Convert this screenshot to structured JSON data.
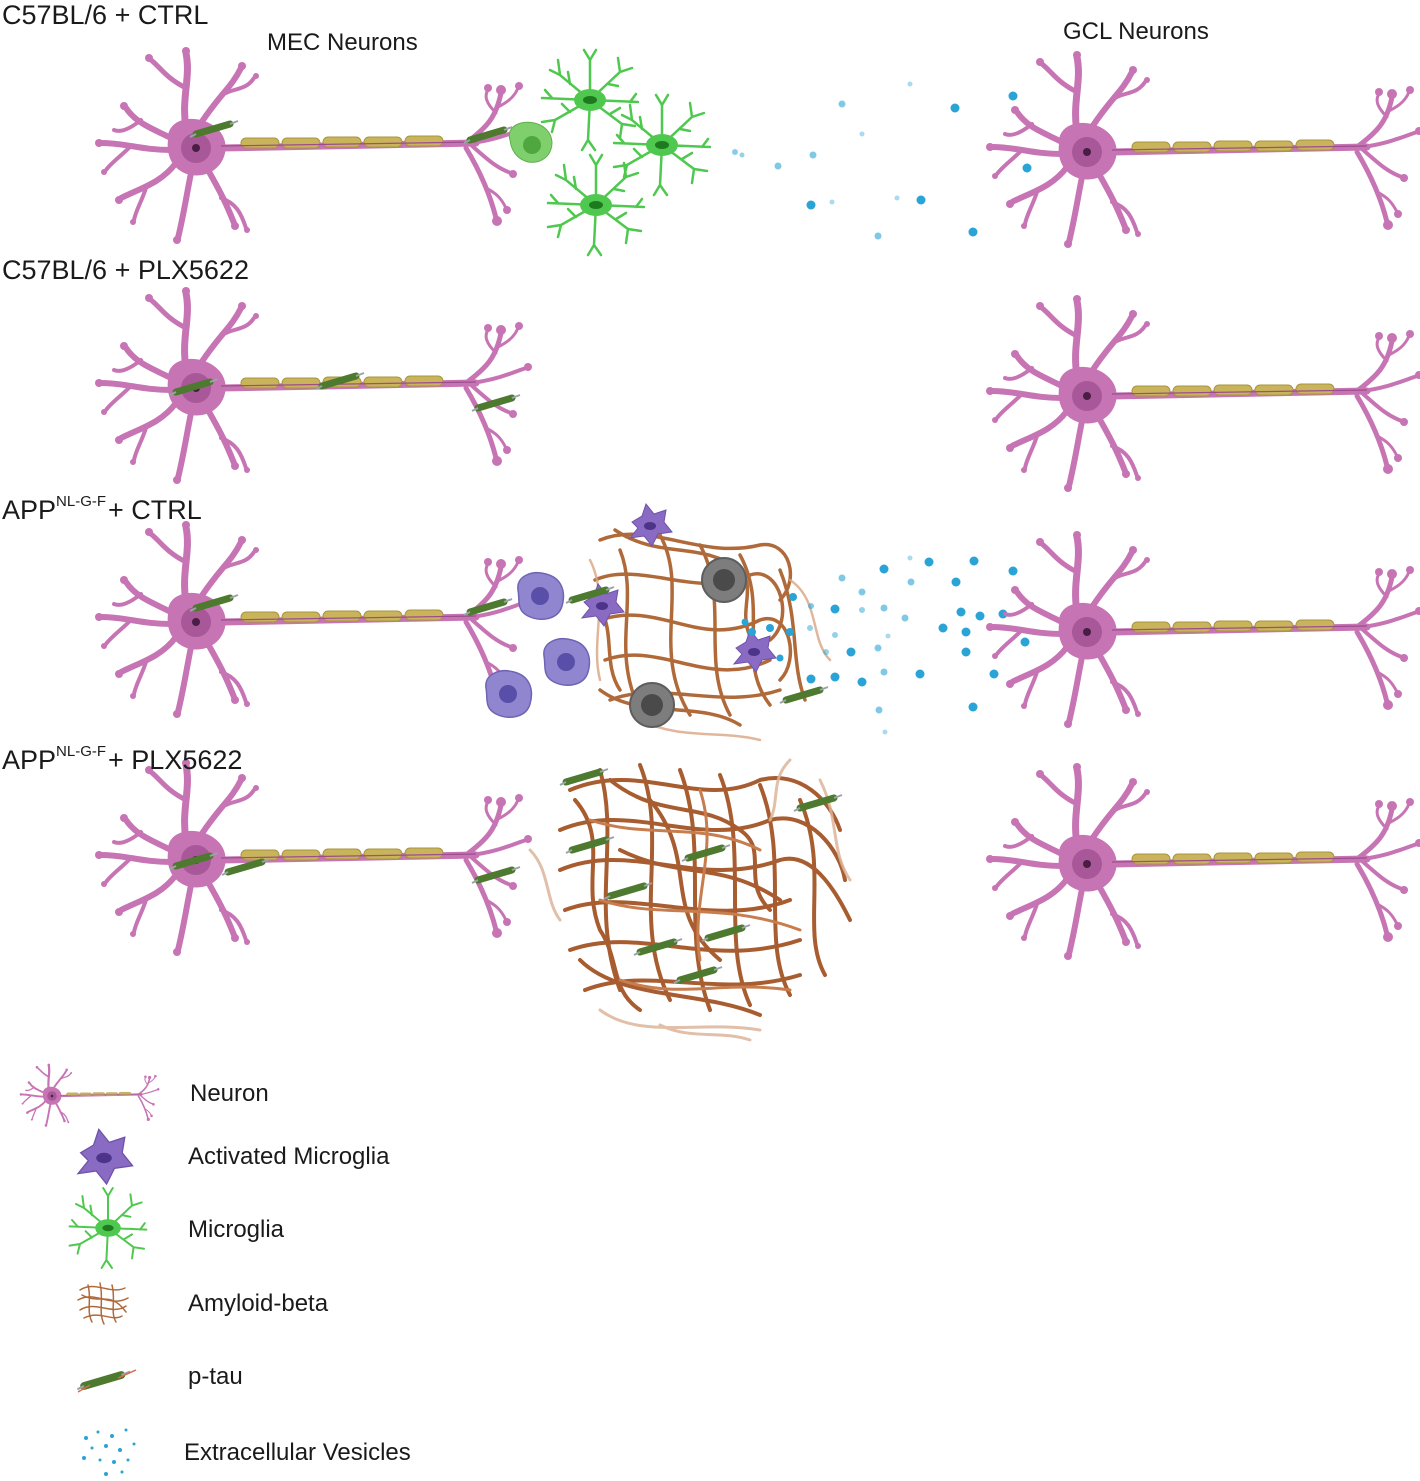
{
  "rows": [
    {
      "name": "C57BL/6 + CTRL",
      "base": "C57BL/6",
      "sup": "",
      "suffix": "+ CTRL"
    },
    {
      "name": "C57BL/6 + PLX5622",
      "base": "C57BL/6",
      "sup": "",
      "suffix": "+ PLX5622"
    },
    {
      "name": "APP NL-G-F + CTRL",
      "base": "APP",
      "sup": "NL-G-F",
      "suffix": "+ CTRL"
    },
    {
      "name": "APP NL-G-F + PLX5622",
      "base": "APP",
      "sup": "NL-G-F",
      "suffix": "+ PLX5622"
    }
  ],
  "columns": {
    "mec": "MEC Neurons",
    "gcl": "GCL Neurons"
  },
  "legend": {
    "neuron": "Neuron",
    "activated_microglia": "Activated Microglia",
    "microglia": "Microglia",
    "amyloid": "Amyloid-beta",
    "ptau": "p-tau",
    "ev": "Extracellular Vesicles"
  },
  "colors": {
    "neuron": "#c774b4",
    "neuron_dark": "#9c4d8c",
    "myelin": "#c9b45c",
    "microglia": "#4fc84f",
    "activated_microglia": "#8a6bc4",
    "monocyte": "#8f86cf",
    "amyloid": "#b06a3a",
    "ptau": "#4d7a2e",
    "vesicle": "#2aa3d6",
    "plaque_core": "#7d7d7d"
  },
  "icons": [
    "neuron-icon",
    "activated-microglia-icon",
    "microglia-icon",
    "amyloid-beta-icon",
    "p-tau-icon",
    "extracellular-vesicles-icon"
  ]
}
